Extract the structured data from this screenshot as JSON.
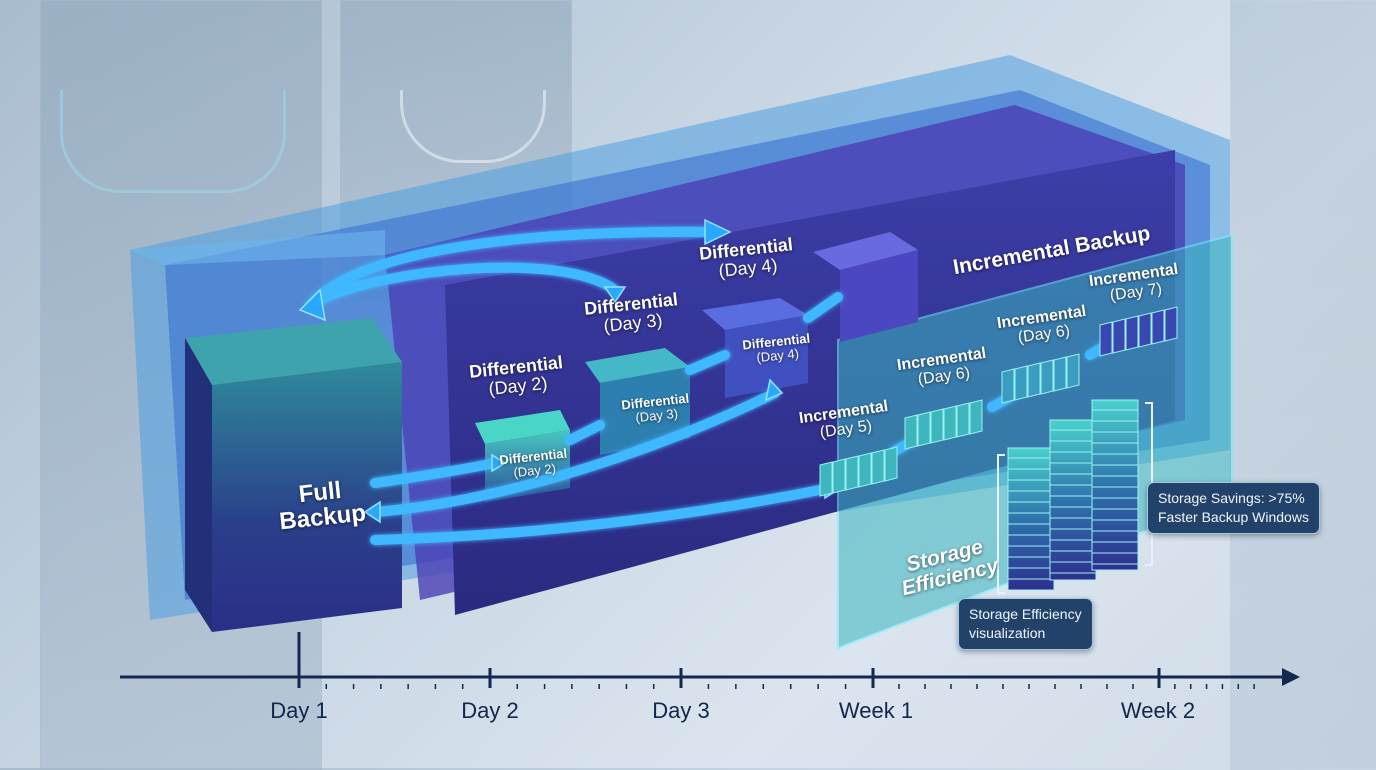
{
  "title": "Backup Strategy Timeline",
  "full_backup": {
    "line1": "Full",
    "line2": "Backup"
  },
  "differential": [
    {
      "head": "Differential",
      "day": "(Day 2)",
      "box_head": "Differential",
      "box_day": "(Day 2)"
    },
    {
      "head": "Differential",
      "day": "(Day 3)",
      "box_head": "Differential",
      "box_day": "(Day 3)"
    },
    {
      "head": "Differential",
      "day": "(Day 4)",
      "box_head": "Differential",
      "box_day": "(Day 4)"
    }
  ],
  "incremental_title": "Incremental Backup",
  "incremental": [
    {
      "head": "Incremental",
      "day": "(Day 5)"
    },
    {
      "head": "Incremental",
      "day": "(Day 6)"
    },
    {
      "head": "Incremental",
      "day": "(Day 6)"
    },
    {
      "head": "Incremental",
      "day": "(Day 7)"
    }
  ],
  "storage_efficiency": {
    "line1": "Storage",
    "line2": "Efficiency"
  },
  "callouts": {
    "savings": {
      "line1": "Storage Savings: >75%",
      "line2": "Faster Backup Windows"
    },
    "visualization": {
      "line1": "Storage  Efficiency",
      "line2": "visualization"
    }
  },
  "timeline": {
    "labels": [
      "Day 1",
      "Day 2",
      "Day 3",
      "Week 1",
      "Week 2"
    ]
  },
  "colors": {
    "accent": "#2aa8ff",
    "dark_purple": "#2a2a7a",
    "teal": "#3fb7b8",
    "axis": "#14284f"
  }
}
